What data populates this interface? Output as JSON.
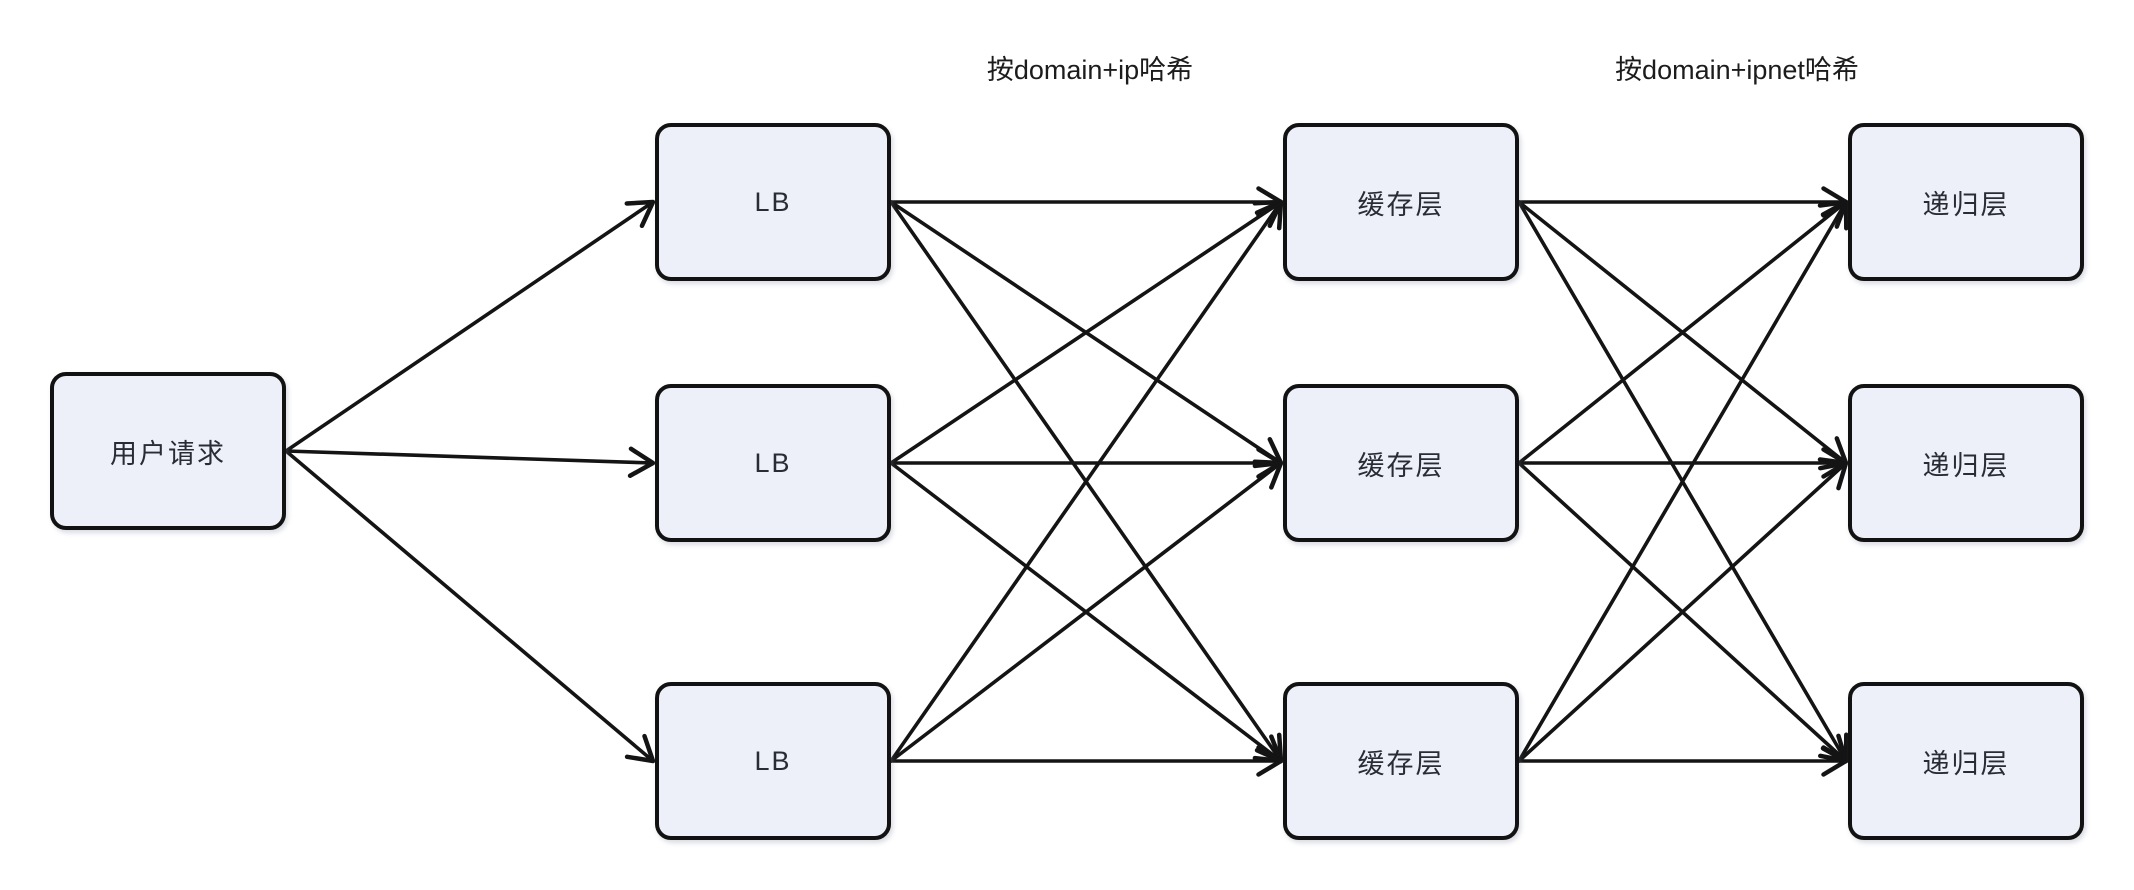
{
  "diagram": {
    "title_labels": {
      "hash_domain_ip": "按domain+ip哈希",
      "hash_domain_ipnet": "按domain+ipnet哈希"
    },
    "nodes": {
      "user": {
        "label": "用户请求"
      },
      "lb1": {
        "label": "LB"
      },
      "lb2": {
        "label": "LB"
      },
      "lb3": {
        "label": "LB"
      },
      "cache1": {
        "label": "缓存层"
      },
      "cache2": {
        "label": "缓存层"
      },
      "cache3": {
        "label": "缓存层"
      },
      "rec1": {
        "label": "递归层"
      },
      "rec2": {
        "label": "递归层"
      },
      "rec3": {
        "label": "递归层"
      }
    },
    "edges": [
      {
        "from": "user",
        "to": "lb1"
      },
      {
        "from": "user",
        "to": "lb2"
      },
      {
        "from": "user",
        "to": "lb3"
      },
      {
        "from": "lb1",
        "to": "cache1"
      },
      {
        "from": "lb1",
        "to": "cache2"
      },
      {
        "from": "lb1",
        "to": "cache3"
      },
      {
        "from": "lb2",
        "to": "cache1"
      },
      {
        "from": "lb2",
        "to": "cache2"
      },
      {
        "from": "lb2",
        "to": "cache3"
      },
      {
        "from": "lb3",
        "to": "cache1"
      },
      {
        "from": "lb3",
        "to": "cache2"
      },
      {
        "from": "lb3",
        "to": "cache3"
      },
      {
        "from": "cache1",
        "to": "rec1"
      },
      {
        "from": "cache1",
        "to": "rec2"
      },
      {
        "from": "cache1",
        "to": "rec3"
      },
      {
        "from": "cache2",
        "to": "rec1"
      },
      {
        "from": "cache2",
        "to": "rec2"
      },
      {
        "from": "cache2",
        "to": "rec3"
      },
      {
        "from": "cache3",
        "to": "rec1"
      },
      {
        "from": "cache3",
        "to": "rec2"
      },
      {
        "from": "cache3",
        "to": "rec3"
      }
    ],
    "colors": {
      "background": "#ffffff",
      "node_fill": "#edf0f8",
      "node_border": "#121212",
      "node_text": "#2a2c35",
      "arrow": "#141414",
      "label_text": "#1c1c1c"
    }
  }
}
